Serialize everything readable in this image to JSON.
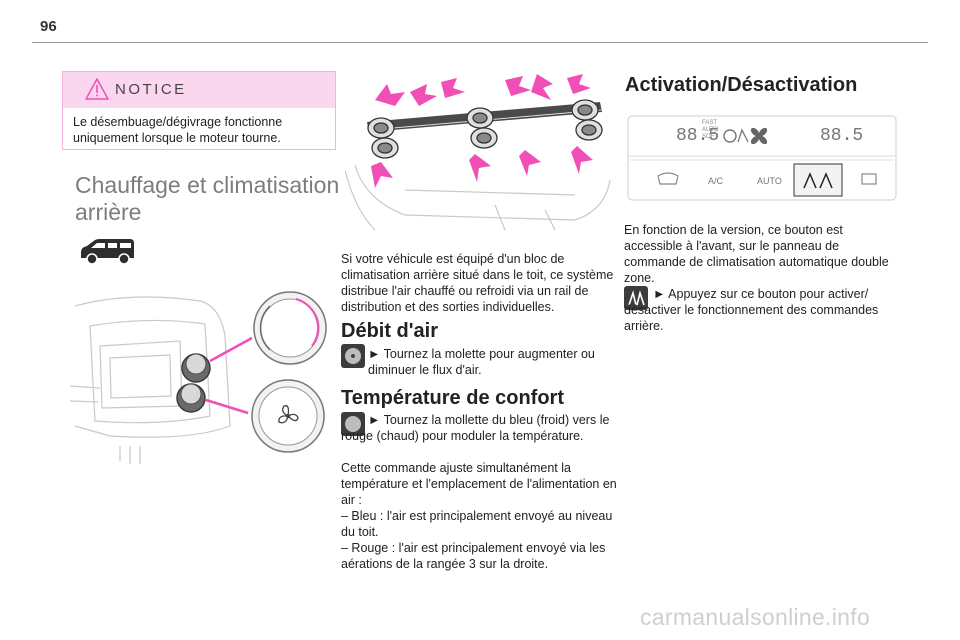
{
  "page": {
    "number": "96"
  },
  "notice": {
    "title": "NOTICE",
    "text": "Le désembuage/dégivrage fonctionne uniquement lorsque le moteur tourne."
  },
  "section": {
    "title": "Chauffage et climatisation arrière"
  },
  "col2": {
    "intro": "Si votre véhicule est équipé d'un bloc de climatisation arrière situé dans le toit, ce système distribue l'air chauffé ou refroidi via un rail de distribution et des sorties individuelles.",
    "debit": {
      "title": "Débit d'air",
      "text": "► Tournez la molette pour augmenter ou diminuer le flux d'air."
    },
    "temp": {
      "title": "Température de confort",
      "text1": "► Tournez la mollette du bleu (froid) vers le rouge (chaud) pour moduler la température.",
      "text2": "Cette commande ajuste simultanément la température et l'emplacement de l'alimentation en air :",
      "item1": "– Bleu : l'air est principalement envoyé au niveau du toit.",
      "item2": "– Rouge : l'air est principalement envoyé via les aérations de la rangée 3 sur la droite."
    }
  },
  "col3": {
    "title": "Activation/Désactivation",
    "panel": {
      "display_left": "88.5",
      "display_right": "88.5",
      "fast_label": "FAST",
      "auto_label": "AUTO",
      "soft_label": "SOFT",
      "ac_label": "A/C",
      "auto_button": "AUTO"
    },
    "text1": "En fonction de la version, ce bouton est accessible à l'avant, sur le panneau de commande de climatisation automatique double zone.",
    "text2": "► Appuyez sur ce bouton pour activer/ désactiver le fonctionnement des commandes arrière."
  },
  "footer": {
    "watermark": "carmanualsonline.info"
  },
  "colors": {
    "accent_pink": "#f04fb5",
    "notice_bg": "#fbd7ef",
    "notice_border": "#f2b4dc",
    "title_gray": "#7d7d7d"
  }
}
